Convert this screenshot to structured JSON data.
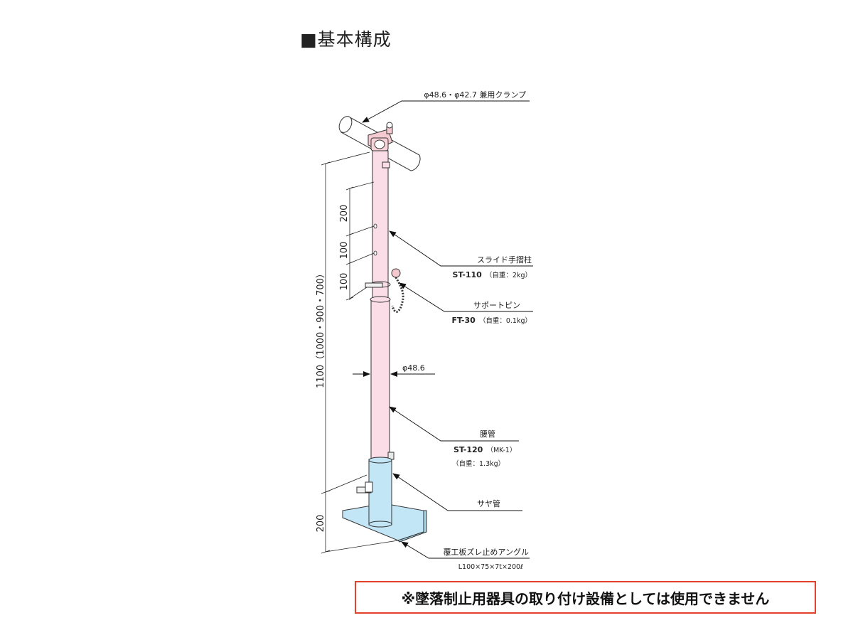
{
  "title": "■基本構成",
  "labels": {
    "clamp": "φ48.6・φ42.7 兼用クランプ",
    "slide_post": "スライド手摺柱",
    "slide_post_code": "ST-110",
    "slide_post_weight": "（自重：2kg）",
    "support_pin": "サポートピン",
    "support_pin_code": "FT-30",
    "support_pin_weight": "（自重：0.1kg）",
    "diameter": "φ48.6",
    "waist_pipe": "腰管",
    "waist_pipe_code": "ST-120",
    "waist_pipe_model": "（MK-1）",
    "waist_pipe_weight": "（自重：1.3kg）",
    "sleeve": "サヤ管",
    "angle": "覆工板ズレ止めアングル",
    "angle_spec": "L100×75×7t×200ℓ"
  },
  "dimensions": {
    "total_height": "1100（1000・900・700）",
    "d200_top": "200",
    "d100_mid": "100",
    "d100_low": "100",
    "d200_base": "200"
  },
  "colors": {
    "post_pink": "#fadde6",
    "sleeve_blue": "#c3e6f6",
    "warning_border": "#e2422c"
  },
  "warning": "※墜落制止用器具の取り付け設備としては使用できません"
}
